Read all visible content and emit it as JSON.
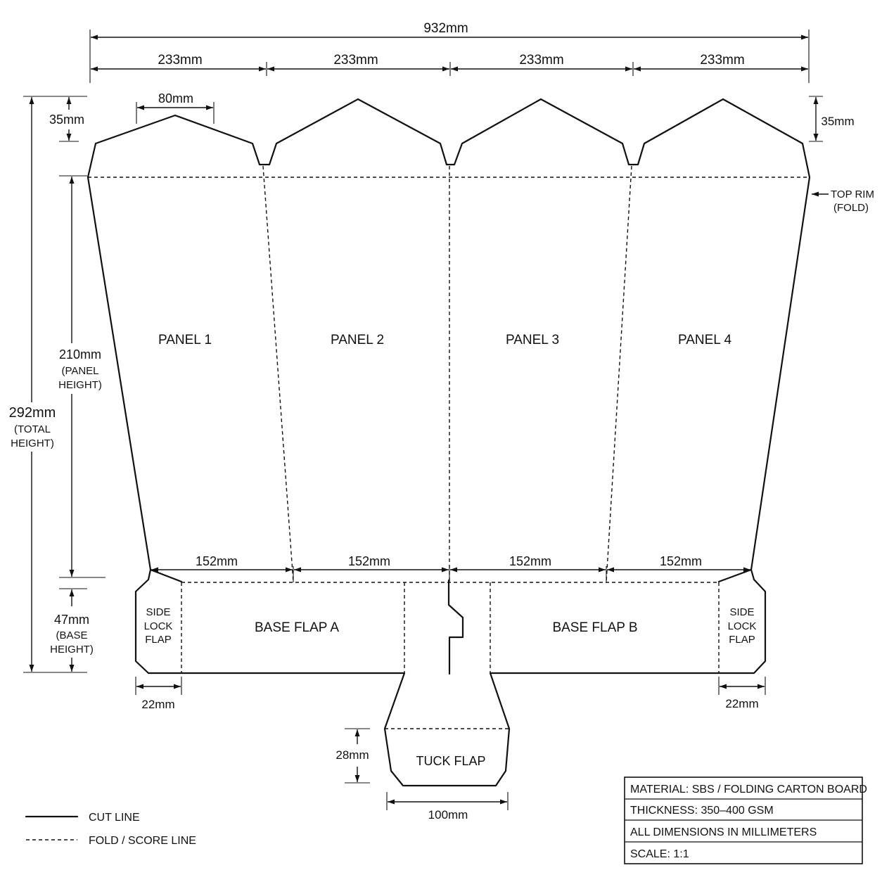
{
  "dims": {
    "overall_width": "932mm",
    "panel_width_1": "233mm",
    "panel_width_2": "233mm",
    "panel_width_3": "233mm",
    "panel_width_4": "233mm",
    "peak_height_left": "35mm",
    "peak_height_right": "35mm",
    "peak_width": "80mm",
    "total_height": "292mm",
    "total_height_note_1": "(TOTAL",
    "total_height_note_2": "HEIGHT)",
    "panel_height": "210mm",
    "panel_height_note_1": "(PANEL",
    "panel_height_note_2": "HEIGHT)",
    "base_height": "47mm",
    "base_height_note_1": "(BASE",
    "base_height_note_2": "HEIGHT)",
    "bottom_width_1": "152mm",
    "bottom_width_2": "152mm",
    "bottom_width_3": "152mm",
    "bottom_width_4": "152mm",
    "side_flap_width_left": "22mm",
    "side_flap_width_right": "22mm",
    "tuck_height": "28mm",
    "tuck_width": "100mm"
  },
  "labels": {
    "top_rim_1": "TOP RIM",
    "top_rim_2": "(FOLD)",
    "panel_1": "PANEL 1",
    "panel_2": "PANEL 2",
    "panel_3": "PANEL 3",
    "panel_4": "PANEL 4",
    "base_flap_a": "BASE FLAP A",
    "base_flap_b": "BASE FLAP B",
    "side_lock_line_1": "SIDE",
    "side_lock_line_2": "LOCK",
    "side_lock_line_3": "FLAP",
    "tuck_flap": "TUCK FLAP"
  },
  "legend": {
    "cut": "CUT LINE",
    "fold": "FOLD / SCORE  LINE"
  },
  "spec_table": {
    "material": "MATERIAL:  SBS / FOLDING CARTON BOARD",
    "thickness": "THICKNESS:  350–400 GSM",
    "units": "ALL DIMENSIONS IN MILLIMETERS",
    "scale": "SCALE:  1:1"
  }
}
